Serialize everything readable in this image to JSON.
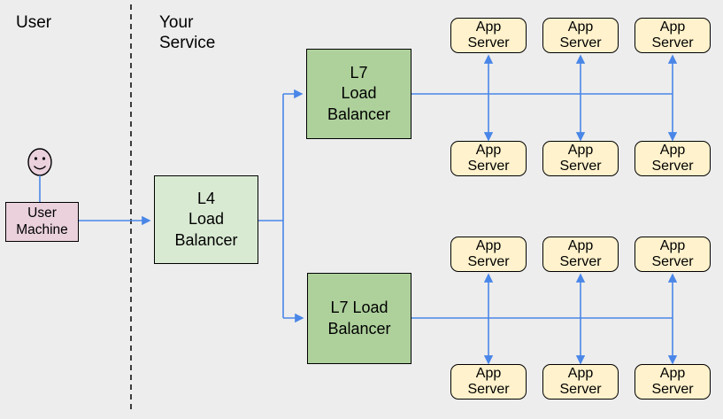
{
  "diagram": {
    "zones": {
      "user": "User",
      "service": "Your\nService"
    },
    "nodes": {
      "user_machine": {
        "label": "User\nMachine",
        "fill": "#ead1dc"
      },
      "l4_load_balancer": {
        "label": "L4\nLoad\nBalancer",
        "fill": "#d9ead3"
      },
      "l7_load_balancer_top": {
        "label": "L7\nLoad\nBalancer",
        "fill": "#aed19c"
      },
      "l7_load_balancer_bottom": {
        "label": "L7 Load\nBalancer",
        "fill": "#aed19c"
      },
      "app_server": {
        "label": "App\nServer",
        "fill": "#fff2cc",
        "count": 12
      }
    },
    "icons": {
      "user_face": "smiley-face-icon"
    },
    "colors": {
      "background": "#ededed",
      "connector": "#4a86e8",
      "border": "#000000",
      "separator_dashed": "#000000"
    }
  }
}
